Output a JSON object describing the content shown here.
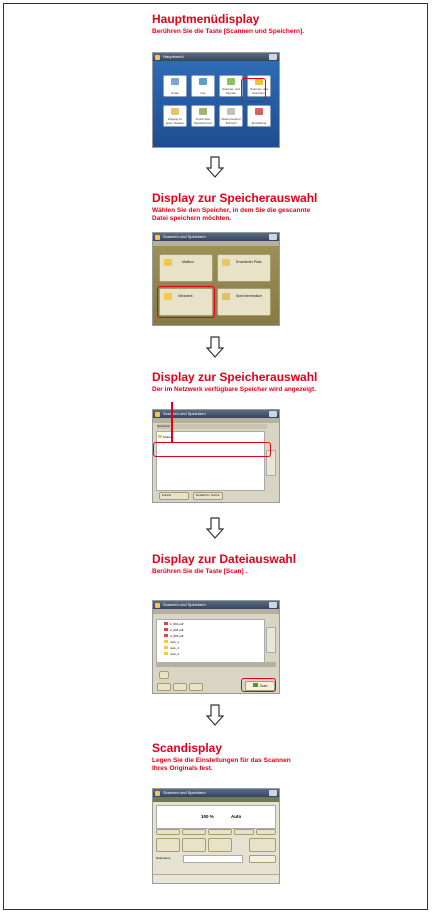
{
  "sections": [
    {
      "title": "Hauptmenüdisplay",
      "subtitle": "Berühren Sie die Taste [Scannen und Speichern]."
    },
    {
      "title": "Display zur Speicherauswahl",
      "subtitle": "Wählen Sie den Speicher, in dem Sie die gescannte Datei speichern möchten."
    },
    {
      "title": "Display zur Speicherauswahl",
      "subtitle": "Der im Netzwerk verfügbare Speicher wird angezeigt."
    },
    {
      "title": "Display zur Dateiauswahl",
      "subtitle": "Berühren Sie die Taste [Scan] ."
    },
    {
      "title": "Scandisplay",
      "subtitle": "Legen Sie die Einstellungen für das Scannen Ihres Originals fest."
    }
  ],
  "screen1": {
    "title": "Hauptmenü",
    "tiles": [
      {
        "label": "Kopie",
        "color": "#7aa7d6"
      },
      {
        "label": "Fax",
        "color": "#5aa0c8"
      },
      {
        "label": "Scannen und Senden",
        "color": "#8cc066"
      },
      {
        "label": "Scannen und Speichern",
        "color": "#f0c040"
      },
      {
        "label": "Zugang zu gesp. Dateien",
        "color": "#e8c56a"
      },
      {
        "label": "Druck über Speichermed.",
        "color": "#9bb86c"
      },
      {
        "label": "Statusmonitor/ Abbruch",
        "color": "#c0c0c0"
      },
      {
        "label": "Einstellung",
        "color": "#d86060"
      }
    ]
  },
  "screen2": {
    "title": "Scannen und Speichern",
    "buttons": [
      "Mailbox",
      "Erweiterter Platz",
      "Netzwerk",
      "Speichermedium"
    ]
  },
  "screen3": {
    "title": "Scannen und Speichern",
    "items": [
      "Netzwerk",
      "Share"
    ],
    "buttons": [
      "Zurück",
      "Detailinfo / Suche"
    ]
  },
  "screen4": {
    "title": "Scannen und Speichern",
    "files": [
      "1_001.pdf",
      "2_002.pdf",
      "3_003.pdf",
      "nuts_1",
      "nuts_2",
      "nuts_3"
    ],
    "scan_label": "Scan"
  },
  "screen5": {
    "title": "Scannen und Speichern",
    "zoom": "100 %",
    "density": "Auto",
    "filename_label": "Dateiname"
  }
}
